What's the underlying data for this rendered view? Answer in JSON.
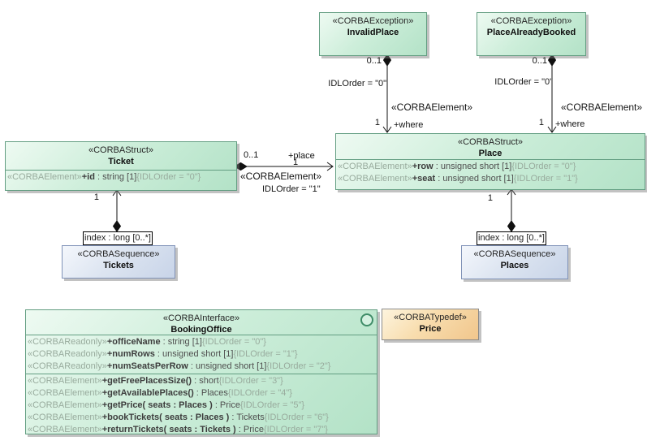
{
  "diagram_type": "UML class diagram (CORBA IDL profile)",
  "palette": {
    "node_green_light": "#eefaf2",
    "node_green_dark": "#b3e2c7",
    "node_green_border": "#639e82",
    "node_blue_light": "#f4f7fc",
    "node_blue_dark": "#c8d4e8",
    "node_blue_border": "#8193b8",
    "node_orange_light": "#fdf4de",
    "node_orange_dark": "#f1c68c",
    "member_gray_green": "#98ab9d",
    "text_dark": "#1e1e1e",
    "edge_black": "#111111",
    "shadow_gray": "#9e9e9e"
  },
  "nodes": {
    "invalid_place": {
      "stereotype": "«CORBAException»",
      "name": "InvalidPlace"
    },
    "place_already_booked": {
      "stereotype": "«CORBAException»",
      "name": "PlaceAlreadyBooked"
    },
    "ticket": {
      "stereotype": "«CORBAStruct»",
      "name": "Ticket",
      "attributes": [
        {
          "stereotype": "«CORBAElement»",
          "name": "+id",
          "type": " : string [1]",
          "tags": "{IDLOrder = \"0\"}"
        }
      ]
    },
    "place": {
      "stereotype": "«CORBAStruct»",
      "name": "Place",
      "attributes": [
        {
          "stereotype": "«CORBAElement»",
          "name": "+row",
          "type": " : unsigned short [1]",
          "tags": "{IDLOrder = \"0\"}"
        },
        {
          "stereotype": "«CORBAElement»",
          "name": "+seat",
          "type": " : unsigned short [1]",
          "tags": "{IDLOrder = \"1\"}"
        }
      ]
    },
    "tickets": {
      "stereotype": "«CORBASequence»",
      "name": "Tickets"
    },
    "places": {
      "stereotype": "«CORBASequence»",
      "name": "Places"
    },
    "booking_office": {
      "stereotype": "«CORBAInterface»",
      "name": "BookingOffice",
      "attributes": [
        {
          "stereotype": "«CORBAReadonly»",
          "name": "+officeName",
          "type": " : string [1]",
          "tags": "{IDLOrder = \"0\"}"
        },
        {
          "stereotype": "«CORBAReadonly»",
          "name": "+numRows",
          "type": " : unsigned short [1]",
          "tags": "{IDLOrder = \"1\"}"
        },
        {
          "stereotype": "«CORBAReadonly»",
          "name": "+numSeatsPerRow",
          "type": " : unsigned short [1]",
          "tags": "{IDLOrder = \"2\"}"
        }
      ],
      "operations": [
        {
          "stereotype": "«CORBAElement»",
          "name": "+getFreePlacesSize()",
          "type": " : short",
          "tags": "{IDLOrder = \"3\"}"
        },
        {
          "stereotype": "«CORBAElement»",
          "name": "+getAvailablePlaces()",
          "type": " : Places",
          "tags": "{IDLOrder = \"4\"}"
        },
        {
          "stereotype": "«CORBAElement»",
          "name": "+getPrice( seats : Places )",
          "type": " : Price",
          "tags": "{IDLOrder = \"5\"}"
        },
        {
          "stereotype": "«CORBAElement»",
          "name": "+bookTickets( seats : Places )",
          "type": " : Tickets",
          "tags": "{IDLOrder = \"6\"}"
        },
        {
          "stereotype": "«CORBAElement»",
          "name": "+returnTickets( seats : Tickets )",
          "type": " : Price",
          "tags": "{IDLOrder = \"7\"}"
        }
      ]
    },
    "price": {
      "stereotype": "«CORBATypedef»",
      "name": "Price"
    }
  },
  "edges": {
    "invalid_place_where": {
      "source_mult": "0..1",
      "tag": "IDLOrder = \"0\"",
      "stereotype": "«CORBAElement»",
      "target_mult": "1",
      "role": "+where"
    },
    "place_already_booked_where": {
      "source_mult": "0..1",
      "tag": "IDLOrder = \"0\"",
      "stereotype": "«CORBAElement»",
      "target_mult": "1",
      "role": "+where"
    },
    "ticket_place": {
      "source_mult": "0..1",
      "role": "+place",
      "target_mult": "1",
      "stereotype": "«CORBAElement»",
      "tag": "IDLOrder = \"1\""
    },
    "tickets_ticket": {
      "target_mult": "1",
      "qualifier": "index : long [0..*]"
    },
    "places_place": {
      "target_mult": "1",
      "qualifier": "index : long [0..*]"
    }
  }
}
